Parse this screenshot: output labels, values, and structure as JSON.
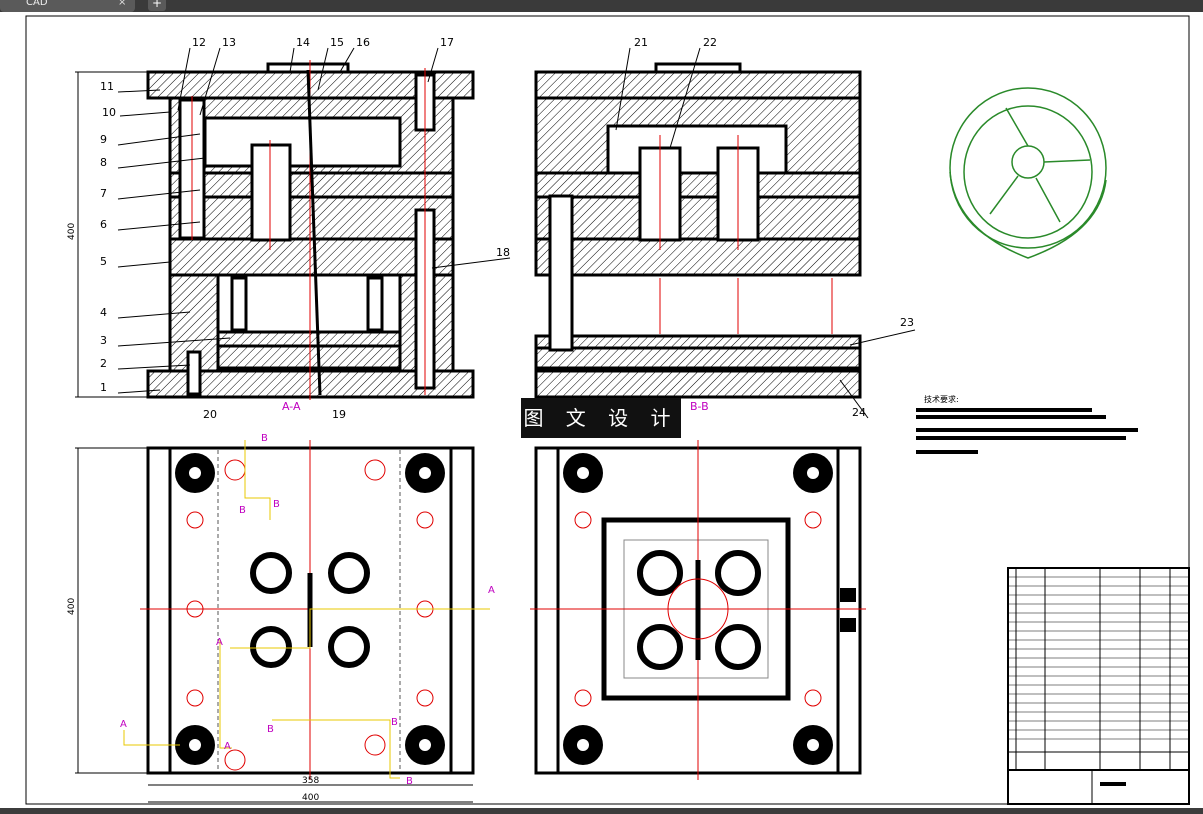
{
  "window": {
    "tab_title": "CAD",
    "new_tab_symbol": "+",
    "close_symbol": "×"
  },
  "top_view": {
    "callouts": [
      "12",
      "13",
      "14",
      "15",
      "16",
      "17"
    ],
    "left_callouts": [
      "11",
      "10",
      "9",
      "8",
      "7",
      "6",
      "5",
      "4",
      "3",
      "2",
      "1"
    ],
    "right_callouts": [
      "18"
    ],
    "bottom_callouts": [
      "20",
      "19"
    ],
    "section_label": "A-A",
    "height_dim": "400"
  },
  "side_view": {
    "callouts": [
      "21",
      "22"
    ],
    "right_callouts": [
      "23",
      "24"
    ],
    "section_label": "B-B"
  },
  "plan_view": {
    "width_inner": "358",
    "width_outer": "400",
    "height_dim": "400",
    "markers": [
      "B",
      "B",
      "B",
      "A",
      "A",
      "A",
      "A",
      "B",
      "B",
      "B"
    ]
  },
  "brand_label": "图 文 设 计",
  "tech_title": "技术要求:",
  "colors": {
    "line": "#000000",
    "center": "#e00000",
    "section": "#c000c0",
    "hidden": "#e0c000",
    "part3d": "#2a8a2a"
  }
}
